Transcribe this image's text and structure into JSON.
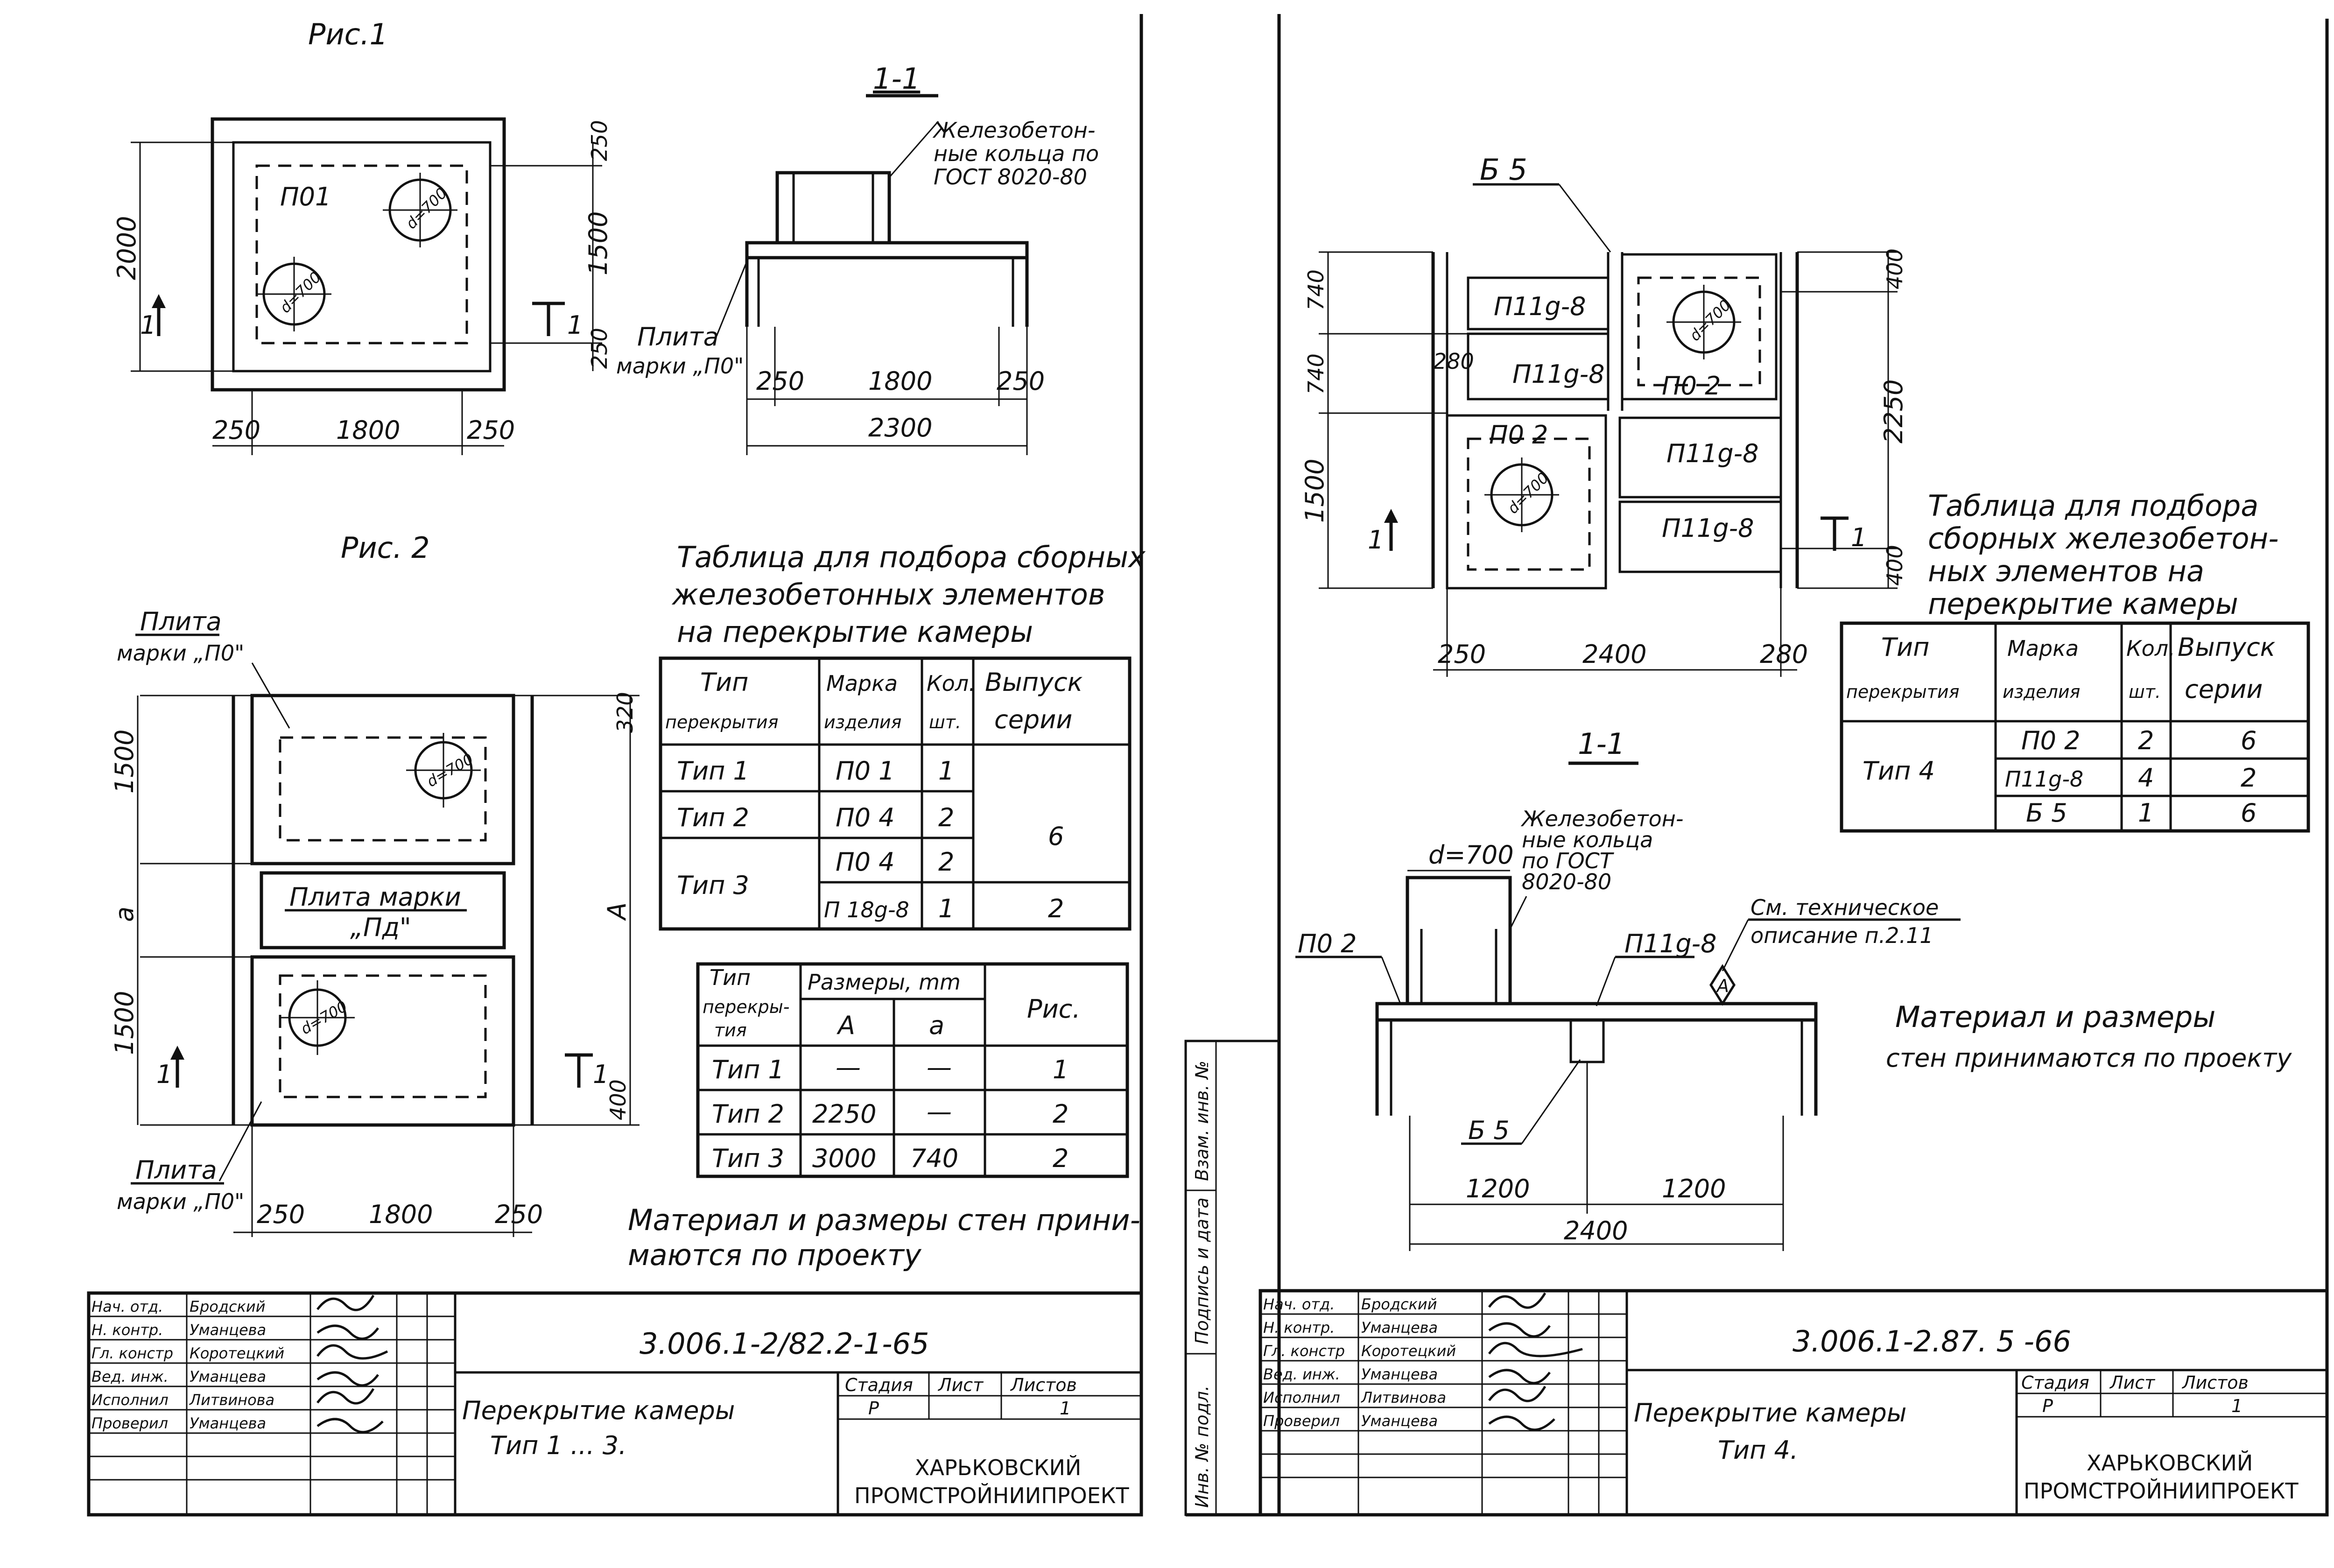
{
  "left_sheet": {
    "fig1": {
      "title": "Рис.1",
      "plate_label": "П01",
      "hole1": "d=700",
      "hole2": "d=700",
      "dims": {
        "overall_h": "2000",
        "inner_h": "1500",
        "top": "250",
        "bottom": "250",
        "left": "250",
        "middle": "1800",
        "right": "250"
      },
      "section_left": "1",
      "section_right": "1"
    },
    "sec11": {
      "title": "1-1",
      "ring_note": "Железобетон-ные кольца по ГОСТ 8020-80",
      "plate_note_1": "Плита",
      "plate_note_2": "марки „П0\"",
      "dims": {
        "left": "250",
        "middle": "1800",
        "right": "250",
        "total": "2300"
      }
    },
    "fig2": {
      "title": "Рис. 2",
      "plate_top_1": "Плита",
      "plate_top_2": "марки „П0\"",
      "mid_plate_1": "Плита марки",
      "mid_plate_2": "„Пд\"",
      "hole1": "d=700",
      "hole2": "d=700",
      "plate_bot_1": "Плита",
      "plate_bot_2": "марки „П0\"",
      "dims": {
        "top_h": "1500",
        "a": "a",
        "bot_h": "1500",
        "A": "A",
        "top_right": "320",
        "bot_right": "400",
        "left": "250",
        "middle": "1800",
        "right": "250"
      },
      "section_left": "1",
      "section_right": "1"
    },
    "table1": {
      "title_1": "Таблица для подбора сборных",
      "title_2": "железобетонных элементов",
      "title_3": "на перекрытие камеры",
      "headers": [
        "Тип перекрытия",
        "Марка изделия",
        "Кол. шт.",
        "Выпуск серии"
      ],
      "rows": [
        {
          "type": "Тип 1",
          "mark": "П0 1",
          "qty": "1"
        },
        {
          "type": "Тип 2",
          "mark": "П0 4",
          "qty": "2"
        },
        {
          "type": "Тип 3",
          "mark": "П0 4",
          "qty": "2"
        },
        {
          "type": "",
          "mark": "П 18g-8",
          "qty": "1"
        }
      ],
      "series_a": "6",
      "series_b": "2"
    },
    "table2": {
      "headers": [
        "Тип перекры-тия",
        "Размеры, mm",
        "A",
        "a",
        "Рис."
      ],
      "rows": [
        {
          "type": "Тип 1",
          "A": "—",
          "a": "—",
          "fig": "1"
        },
        {
          "type": "Тип 2",
          "A": "2250",
          "a": "—",
          "fig": "2"
        },
        {
          "type": "Тип 3",
          "A": "3000",
          "a": "740",
          "fig": "2"
        }
      ]
    },
    "note_1": "Материал и размеры стен прини-",
    "note_2": "маются по проекту",
    "stamp": {
      "roles": [
        "Нач. отд.",
        "Н. контр.",
        "Гл. констр",
        "Вед. инж.",
        "Исполнил",
        "Проверил"
      ],
      "names": [
        "Бродский",
        "Уманцева",
        "Коротецкий",
        "Уманцева",
        "Литвинова",
        "Уманцева"
      ],
      "code": "3.006.1-2/82.2-1-65",
      "title_1": "Перекрытие камеры",
      "title_2": "Тип 1 ... 3.",
      "stage_hdr": "Стадия",
      "sheet_hdr": "Лист",
      "sheets_hdr": "Листов",
      "stage": "Р",
      "sheet": "",
      "sheets": "1",
      "org_1": "ХАРЬКОВСКИЙ",
      "org_2": "ПРОМСТРОЙНИИПРОЕКТ"
    }
  },
  "right_sheet": {
    "plan": {
      "b5": "Б 5",
      "p11_1": "П11g-8",
      "p11_2": "П11g-8",
      "p11_3": "П11g-8",
      "p11_4": "П11g-8",
      "po2_a": "П0 2",
      "po2_b": "П0 2",
      "hole1": "d=700",
      "hole2": "d=700",
      "dims": {
        "h1": "740",
        "h2": "740",
        "h3": "1500",
        "r_top": "400",
        "r_mid": "2250",
        "r_bot": "400",
        "c280": "280",
        "b_left": "250",
        "b_mid": "2400",
        "b_right": "280"
      },
      "section_left": "1",
      "section_right": "1"
    },
    "sec11": {
      "title": "1-1",
      "d": "d=700",
      "ring_note_1": "Железобетон-",
      "ring_note_2": "ные кольца",
      "ring_note_3": "по ГОСТ",
      "ring_note_4": "8020-80",
      "po2": "П0 2",
      "p11": "П11g-8",
      "tech_1": "См. техническое",
      "tech_2": "описание п.2.11",
      "marker": "А",
      "b5": "Б 5",
      "dims": {
        "left": "1200",
        "right": "1200",
        "total": "2400"
      }
    },
    "table": {
      "title_1": "Таблица для подбора",
      "title_2": "сборных железобетон-",
      "title_3": "ных элементов на",
      "title_4": "перекрытие камеры",
      "headers": [
        "Тип перекрытия",
        "Марка изделия",
        "Кол. шт.",
        "Выпуск серии"
      ],
      "type": "Тип 4",
      "rows": [
        {
          "mark": "П0 2",
          "qty": "2",
          "series": "6"
        },
        {
          "mark": "П11g-8",
          "qty": "4",
          "series": "2"
        },
        {
          "mark": "Б 5",
          "qty": "1",
          "series": "6"
        }
      ]
    },
    "note_1": "Материал и размеры",
    "note_2": "стен принимаются по проекту",
    "side_labels": [
      "Инв. № подл.",
      "Подпись и дата",
      "Взам. инв. №"
    ],
    "stamp": {
      "roles": [
        "Нач. отд.",
        "Н. контр.",
        "Гл. констр",
        "Вед. инж.",
        "Исполнил",
        "Проверил"
      ],
      "names": [
        "Бродский",
        "Уманцева",
        "Коротецкий",
        "Уманцева",
        "Литвинова",
        "Уманцева"
      ],
      "code": "3.006.1-2.87. 5 -66",
      "title_1": "Перекрытие камеры",
      "title_2": "Тип 4.",
      "stage_hdr": "Стадия",
      "sheet_hdr": "Лист",
      "sheets_hdr": "Листов",
      "stage": "Р",
      "sheet": "",
      "sheets": "1",
      "org_1": "ХАРЬКОВСКИЙ",
      "org_2": "ПРОМСТРОЙНИИПРОЕКТ"
    }
  }
}
